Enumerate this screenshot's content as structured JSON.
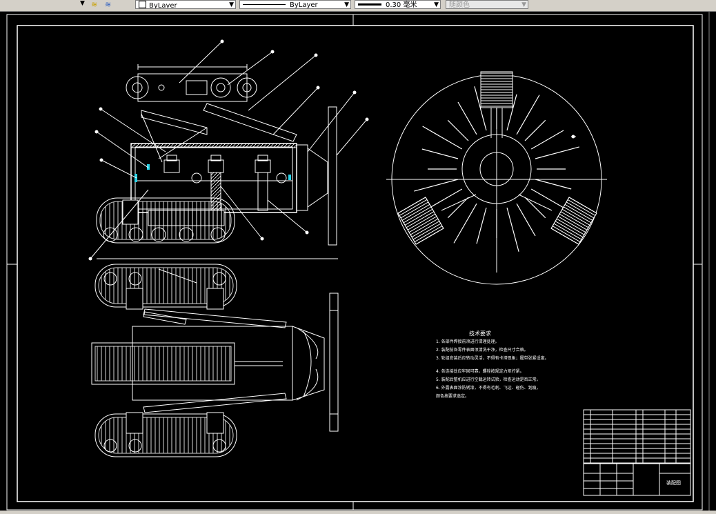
{
  "toolbar": {
    "layer_label": "ByLayer",
    "linetype_label": "ByLayer",
    "lineweight_label": "0.30 毫米",
    "plotstyle_label": "随颜色"
  },
  "drawing": {
    "tech_title": "技术要求",
    "tech_notes": [
      "1. 各部件焊接前须进行清理处理。",
      "2. 装配前各零件表面须清洗干净，检查尺寸合格。",
      "3. 轮组安装后应转动灵活，不得有卡滞现象；履带张紧适度。",
      "4. 各连接处应牢固可靠，螺栓按规定力矩拧紧。",
      "5. 装配后整机应进行空载运转试验，检查运动是否正常。",
      "6. 外露表面涂防锈漆，不得有毛刺、飞边、碰伤、划痕，",
      "   颜色按要求选定。"
    ],
    "title_block_name": "装配图",
    "colors": {
      "background": "#000000",
      "lines": "#ffffff",
      "accent": "#29d3e8"
    }
  }
}
